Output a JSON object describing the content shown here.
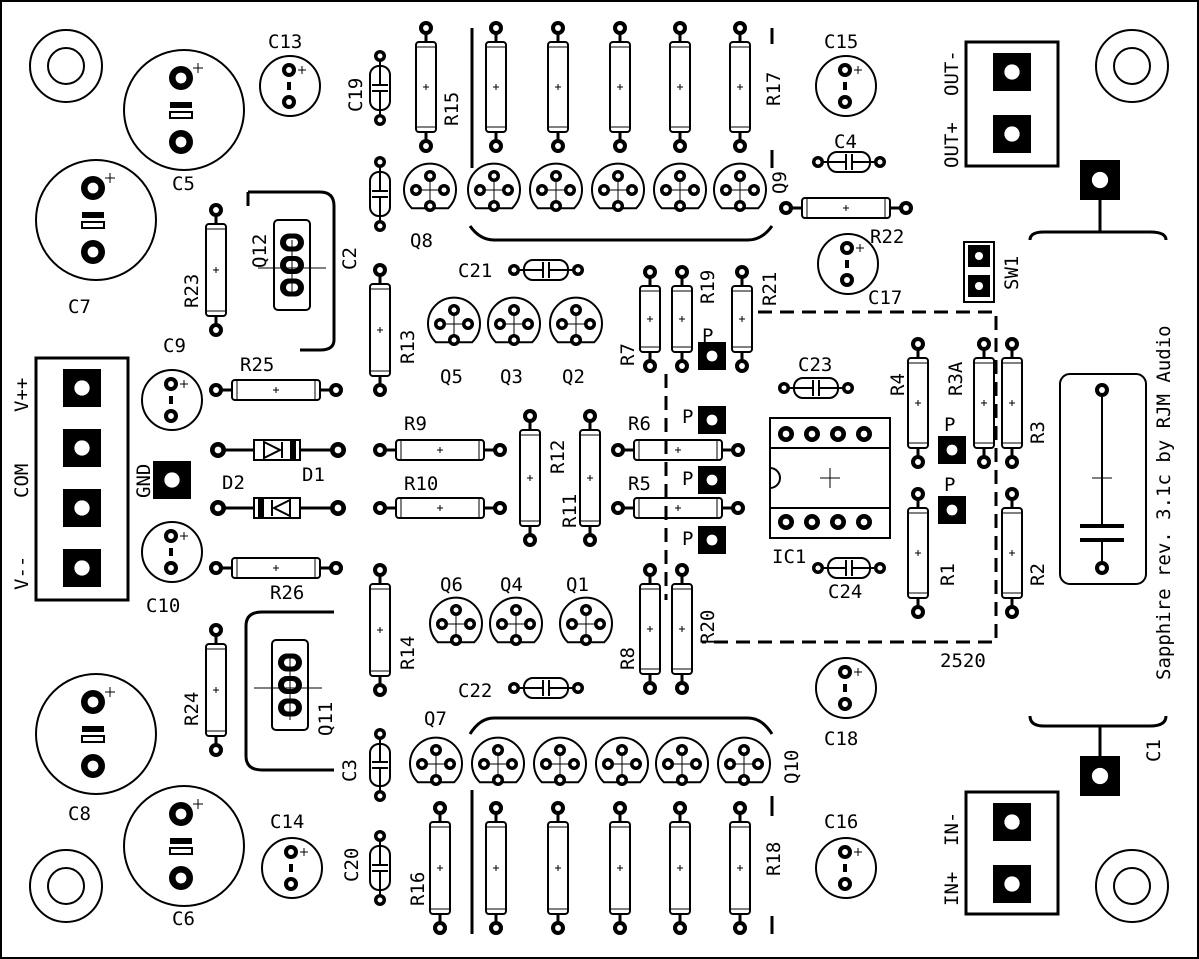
{
  "title": "Sapphire rev. 3.1c by RJM Audio",
  "ic_outline_label": "2520",
  "pad_mark": "P",
  "labels": {
    "C1": "C1",
    "C2": "C2",
    "C3": "C3",
    "C4": "C4",
    "C5": "C5",
    "C6": "C6",
    "C7": "C7",
    "C8": "C8",
    "C9": "C9",
    "C10": "C10",
    "C13": "C13",
    "C14": "C14",
    "C15": "C15",
    "C16": "C16",
    "C17": "C17",
    "C18": "C18",
    "C19": "C19",
    "C20": "C20",
    "C21": "C21",
    "C22": "C22",
    "C23": "C23",
    "C24": "C24",
    "R1": "R1",
    "R2": "R2",
    "R3": "R3",
    "R3A": "R3A",
    "R4": "R4",
    "R5": "R5",
    "R6": "R6",
    "R7": "R7",
    "R8": "R8",
    "R9": "R9",
    "R10": "R10",
    "R11": "R11",
    "R12": "R12",
    "R13": "R13",
    "R14": "R14",
    "R15": "R15",
    "R16": "R16",
    "R17": "R17",
    "R18": "R18",
    "R19": "R19",
    "R20": "R20",
    "R21": "R21",
    "R22": "R22",
    "R23": "R23",
    "R24": "R24",
    "R25": "R25",
    "R26": "R26",
    "Q1": "Q1",
    "Q2": "Q2",
    "Q3": "Q3",
    "Q4": "Q4",
    "Q5": "Q5",
    "Q6": "Q6",
    "Q7": "Q7",
    "Q8": "Q8",
    "Q9": "Q9",
    "Q10": "Q10",
    "Q11": "Q11",
    "Q12": "Q12",
    "D1": "D1",
    "D2": "D2",
    "IC1": "IC1",
    "SW1": "SW1",
    "GND": "GND",
    "Vpp": "V++",
    "COM": "COM",
    "Vmm": "V--",
    "OUTm": "OUT-",
    "OUTp": "OUT+",
    "INm": "IN-",
    "INp": "IN+"
  },
  "colors": {
    "ink": "#000000",
    "board": "#ffffff"
  }
}
